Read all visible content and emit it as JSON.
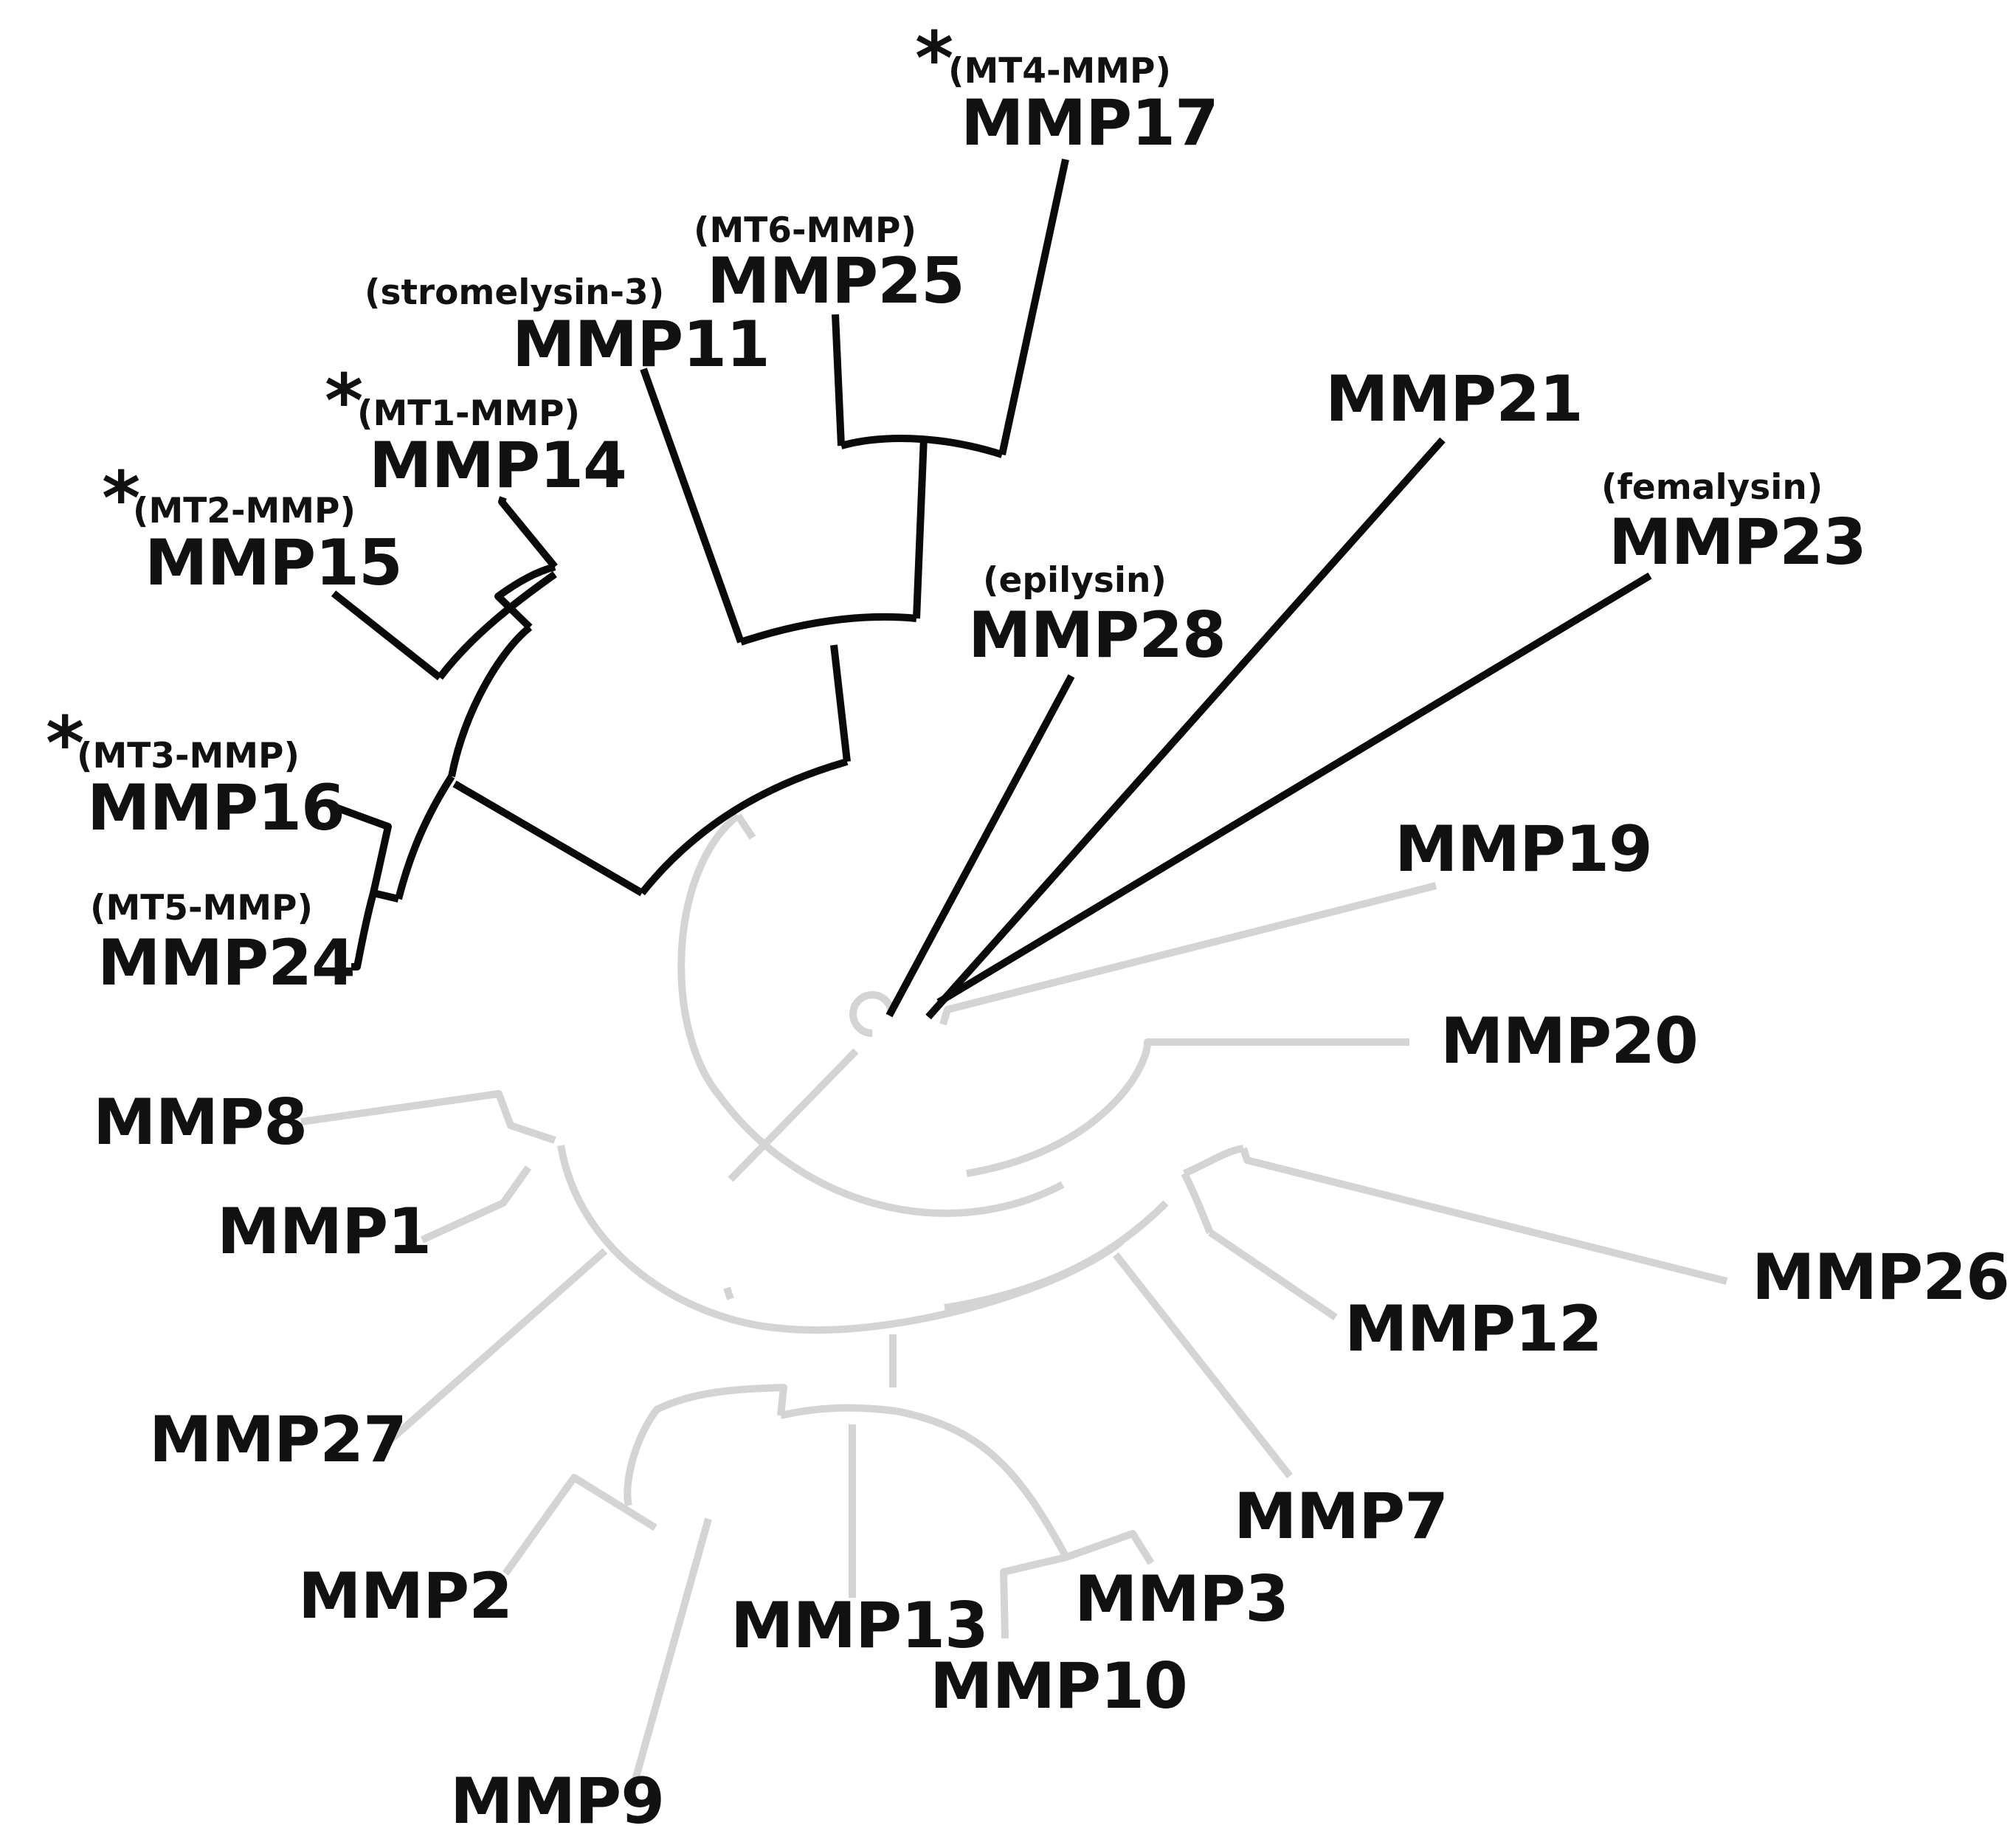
{
  "colors": {
    "highlight_branch": "#0a0a0a",
    "other_branch": "#d4d4d4",
    "text": "#111111"
  },
  "star_symbol": "*",
  "leaves": [
    {
      "id": "mmp17",
      "name": "MMP17",
      "alias": "(MT4-MMP)",
      "star": true,
      "group": "highlight"
    },
    {
      "id": "mmp25",
      "name": "MMP25",
      "alias": "(MT6-MMP)",
      "star": false,
      "group": "highlight"
    },
    {
      "id": "mmp11",
      "name": "MMP11",
      "alias": "(stromelysin-3)",
      "star": false,
      "group": "highlight"
    },
    {
      "id": "mmp14",
      "name": "MMP14",
      "alias": "(MT1-MMP)",
      "star": true,
      "group": "highlight"
    },
    {
      "id": "mmp15",
      "name": "MMP15",
      "alias": "(MT2-MMP)",
      "star": true,
      "group": "highlight"
    },
    {
      "id": "mmp16",
      "name": "MMP16",
      "alias": "(MT3-MMP)",
      "star": true,
      "group": "highlight"
    },
    {
      "id": "mmp24",
      "name": "MMP24",
      "alias": "(MT5-MMP)",
      "star": false,
      "group": "highlight"
    },
    {
      "id": "mmp21",
      "name": "MMP21",
      "alias": "",
      "star": false,
      "group": "highlight"
    },
    {
      "id": "mmp23",
      "name": "MMP23",
      "alias": "(femalysin)",
      "star": false,
      "group": "highlight"
    },
    {
      "id": "mmp28",
      "name": "MMP28",
      "alias": "(epilysin)",
      "star": false,
      "group": "highlight"
    },
    {
      "id": "mmp19",
      "name": "MMP19",
      "alias": "",
      "star": false,
      "group": "other"
    },
    {
      "id": "mmp20",
      "name": "MMP20",
      "alias": "",
      "star": false,
      "group": "other"
    },
    {
      "id": "mmp8",
      "name": "MMP8",
      "alias": "",
      "star": false,
      "group": "other"
    },
    {
      "id": "mmp1",
      "name": "MMP1",
      "alias": "",
      "star": false,
      "group": "other"
    },
    {
      "id": "mmp27",
      "name": "MMP27",
      "alias": "",
      "star": false,
      "group": "other"
    },
    {
      "id": "mmp26",
      "name": "MMP26",
      "alias": "",
      "star": false,
      "group": "other"
    },
    {
      "id": "mmp12",
      "name": "MMP12",
      "alias": "",
      "star": false,
      "group": "other"
    },
    {
      "id": "mmp7",
      "name": "MMP7",
      "alias": "",
      "star": false,
      "group": "other"
    },
    {
      "id": "mmp3",
      "name": "MMP3",
      "alias": "",
      "star": false,
      "group": "other"
    },
    {
      "id": "mmp10",
      "name": "MMP10",
      "alias": "",
      "star": false,
      "group": "other"
    },
    {
      "id": "mmp13",
      "name": "MMP13",
      "alias": "",
      "star": false,
      "group": "other"
    },
    {
      "id": "mmp2",
      "name": "MMP2",
      "alias": "",
      "star": false,
      "group": "other"
    },
    {
      "id": "mmp9",
      "name": "MMP9",
      "alias": "",
      "star": false,
      "group": "other"
    }
  ]
}
